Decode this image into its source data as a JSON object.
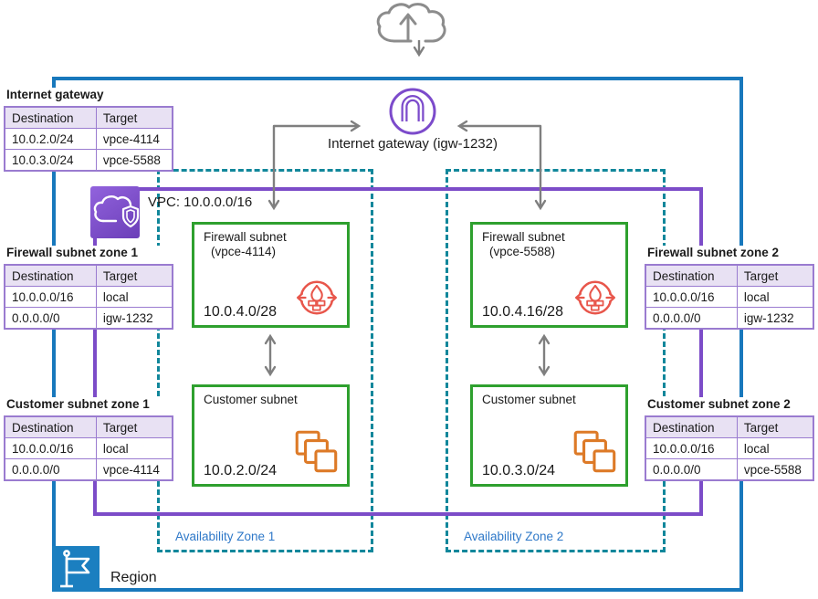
{
  "colors": {
    "region_blue": "#1878BC",
    "vpc_purple": "#7C4CC8",
    "az_teal_dash": "#11879B",
    "az_label_blue": "#2E78C8",
    "subnet_green": "#2EA02E",
    "table_border_purple": "#9A7BD0",
    "table_header_bg": "#E8E1F3",
    "firewall_red": "#E8564B",
    "instances_orange": "#DD7A27",
    "arrow_gray": "#7F7F7F",
    "igw_purple": "#7C4BCB",
    "flag_blue": "#1B7FC0"
  },
  "internet_gateway": {
    "label": "Internet gateway (igw-1232)"
  },
  "vpc": {
    "label": "VPC: 10.0.0.0/16"
  },
  "region": {
    "label": "Region"
  },
  "availability_zones": [
    {
      "label": "Availability Zone 1"
    },
    {
      "label": "Availability Zone 2"
    }
  ],
  "subnets": [
    {
      "title": "Firewall subnet",
      "subtitle": "(vpce-4114)",
      "cidr": "10.0.4.0/28"
    },
    {
      "title": "Customer subnet",
      "cidr": "10.0.2.0/24"
    },
    {
      "title": "Firewall subnet",
      "subtitle": "(vpce-5588)",
      "cidr": "10.0.4.16/28"
    },
    {
      "title": "Customer subnet",
      "cidr": "10.0.3.0/24"
    }
  ],
  "route_tables": [
    {
      "title": "Internet gateway",
      "headers": [
        "Destination",
        "Target"
      ],
      "rows": [
        [
          "10.0.2.0/24",
          "vpce-4114"
        ],
        [
          "10.0.3.0/24",
          "vpce-5588"
        ]
      ]
    },
    {
      "title": "Firewall subnet zone 1",
      "headers": [
        "Destination",
        "Target"
      ],
      "rows": [
        [
          "10.0.0.0/16",
          "local"
        ],
        [
          "0.0.0.0/0",
          "igw-1232"
        ]
      ]
    },
    {
      "title": "Customer subnet zone 1",
      "headers": [
        "Destination",
        "Target"
      ],
      "rows": [
        [
          "10.0.0.0/16",
          "local"
        ],
        [
          "0.0.0.0/0",
          "vpce-4114"
        ]
      ]
    },
    {
      "title": "Firewall subnet zone 2",
      "headers": [
        "Destination",
        "Target"
      ],
      "rows": [
        [
          "10.0.0.0/16",
          "local"
        ],
        [
          "0.0.0.0/0",
          "igw-1232"
        ]
      ]
    },
    {
      "title": "Customer subnet zone 2",
      "headers": [
        "Destination",
        "Target"
      ],
      "rows": [
        [
          "10.0.0.0/16",
          "local"
        ],
        [
          "0.0.0.0/0",
          "vpce-5588"
        ]
      ]
    }
  ]
}
